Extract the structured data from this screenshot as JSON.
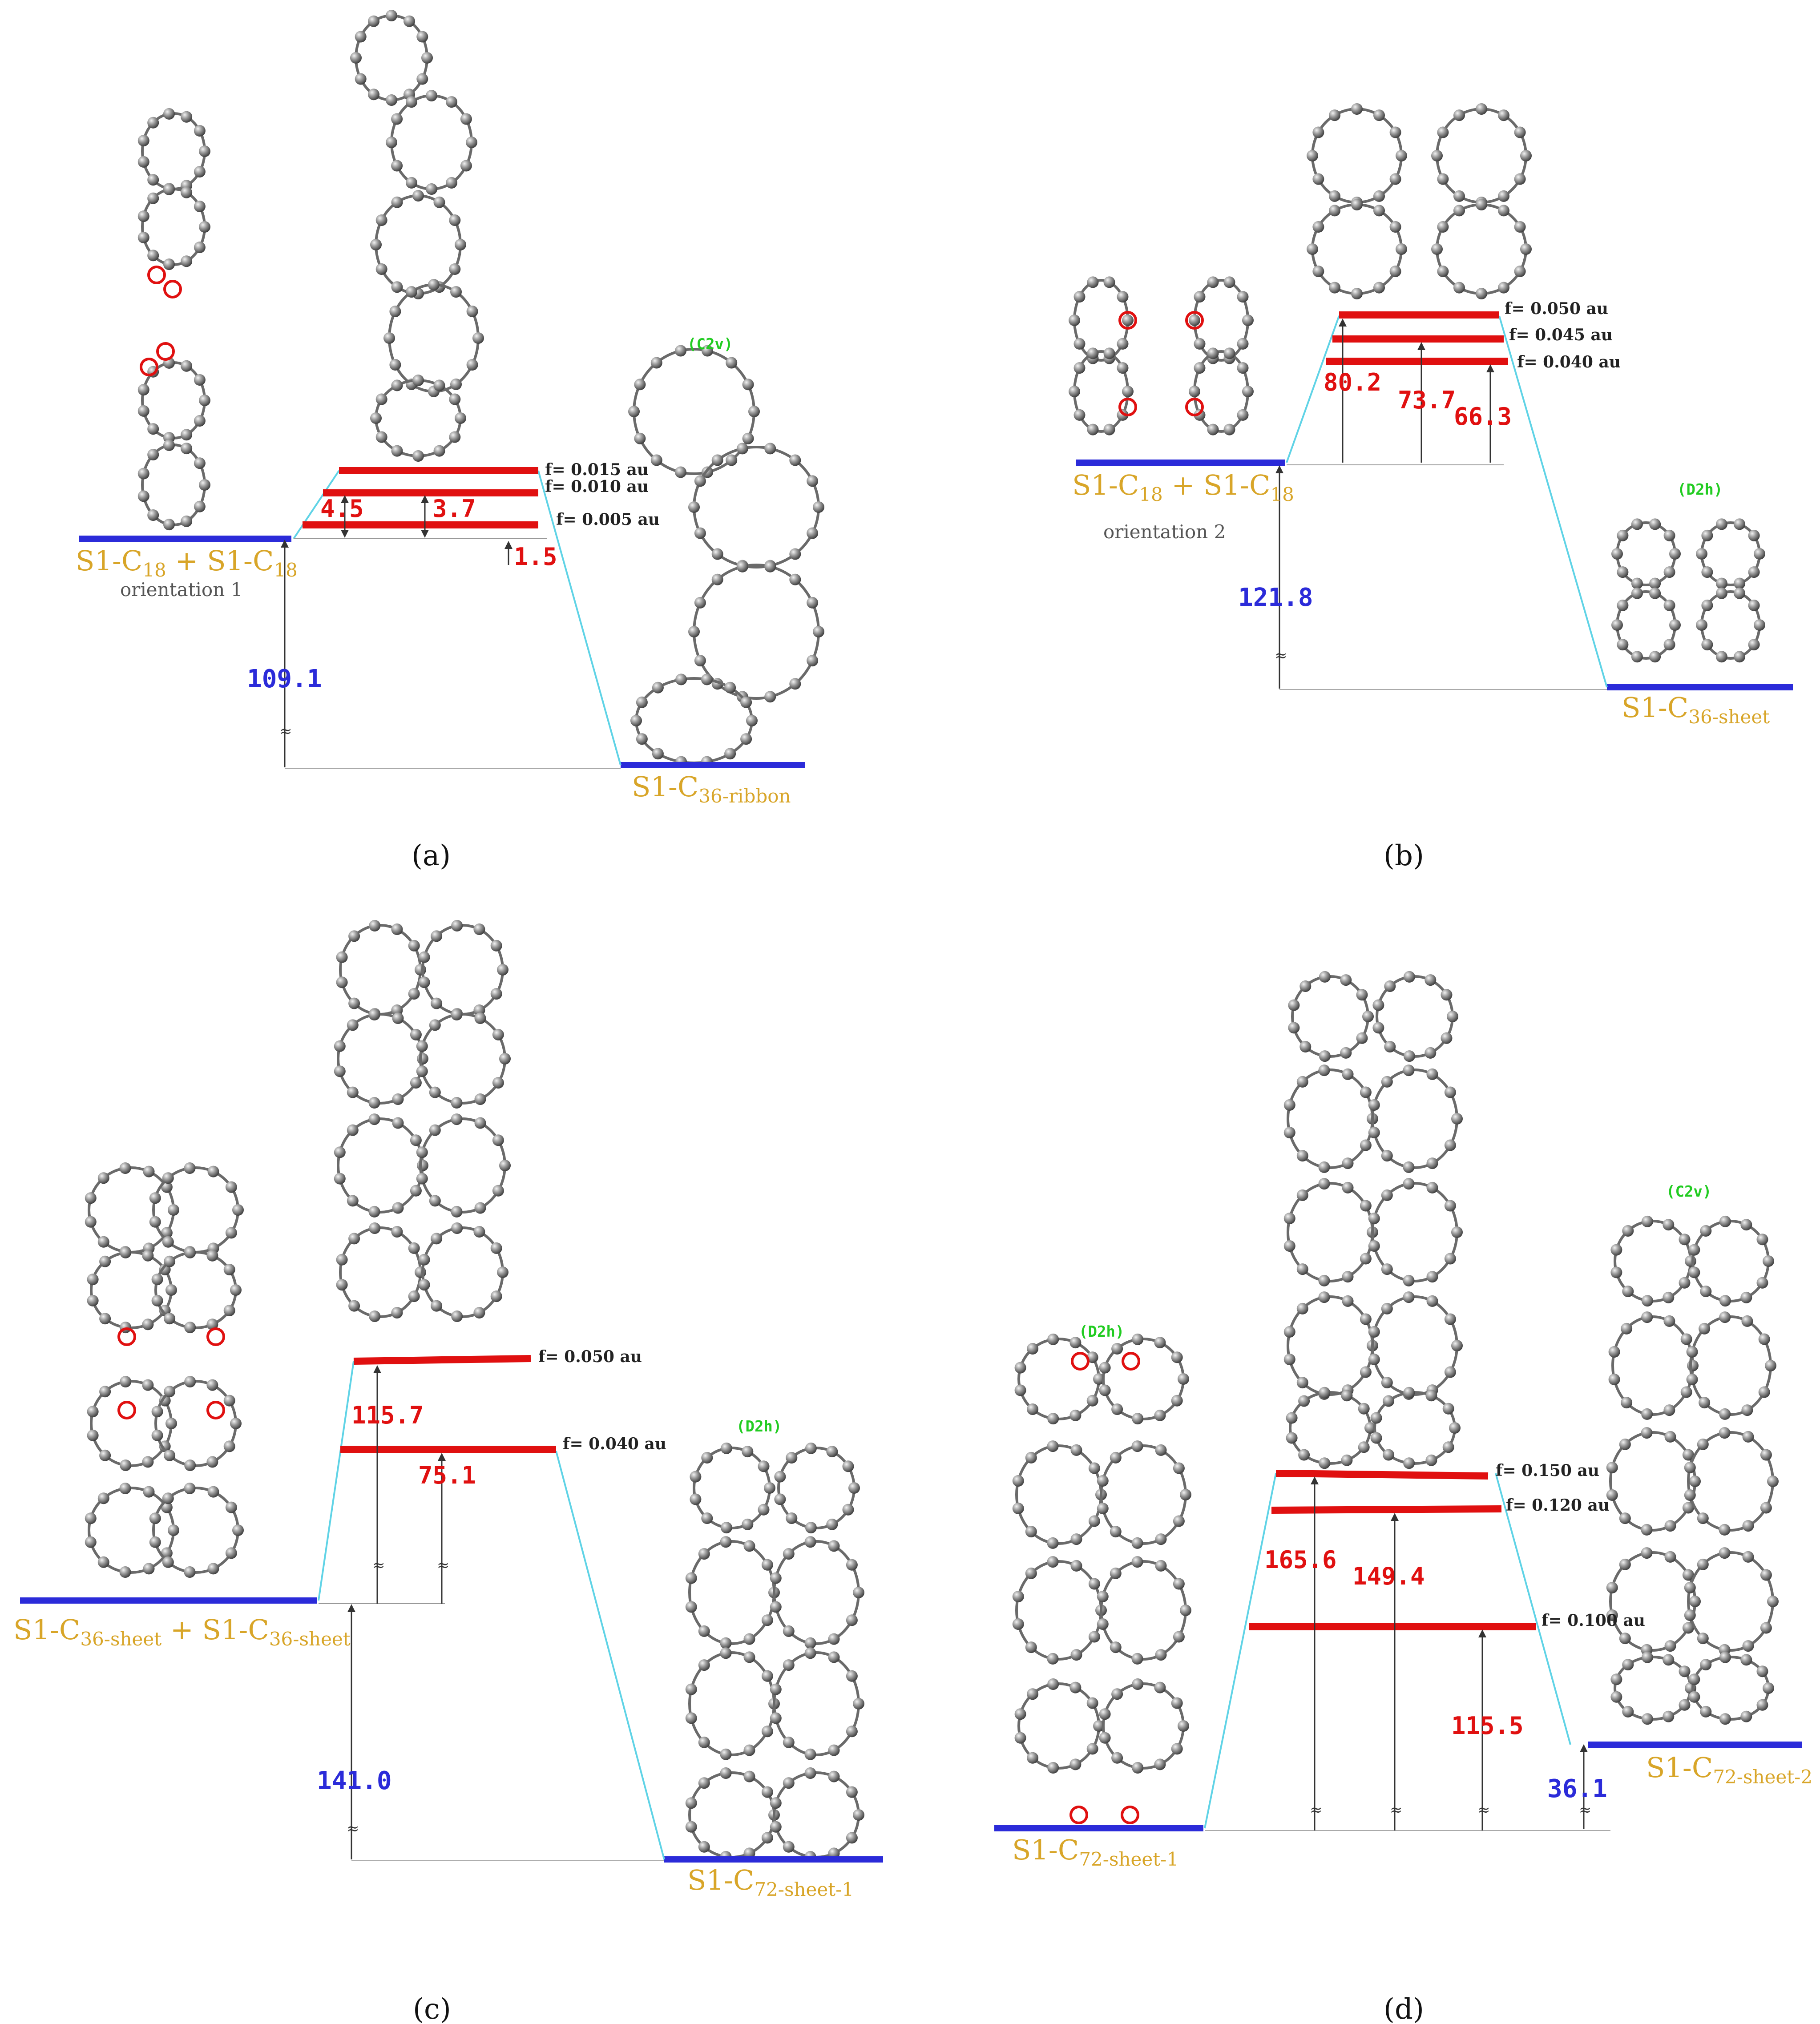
{
  "colors": {
    "reactant_level": "#2b2bd9",
    "excited_level": "#e01010",
    "connector": "#5fd3e6",
    "label_gold": "#d8a528",
    "value_red": "#e01010",
    "value_blue": "#2b2bd9",
    "symmetry_green": "#22cc22",
    "atom_gray": "#8a8a8a",
    "reactive_atom": "#e01010"
  },
  "panels": [
    {
      "id": "a",
      "caption": "(a)",
      "reactant_label": "S1-C18 + S1-C18",
      "reactant_sub": "orientation 1",
      "product_label": "S1-C36-ribbon",
      "product_symmetry": "(C2v)",
      "reaction_energy": "109.1",
      "excited_states": [
        {
          "f": "f= 0.015 au"
        },
        {
          "f": "f= 0.010 au"
        },
        {
          "f": "f= 0.005 au"
        }
      ],
      "barriers": [
        "4.5",
        "3.7",
        "1.5"
      ],
      "approx_symbol": "≈"
    },
    {
      "id": "b",
      "caption": "(b)",
      "reactant_label": "S1-C18 + S1-C18",
      "reactant_sub": "orientation 2",
      "product_label": "S1-C36-sheet",
      "product_symmetry": "(D2h)",
      "reaction_energy": "121.8",
      "excited_states": [
        {
          "f": "f= 0.050 au"
        },
        {
          "f": "f= 0.045 au"
        },
        {
          "f": "f= 0.040 au"
        }
      ],
      "barriers": [
        "80.2",
        "73.7",
        "66.3"
      ],
      "approx_symbol": "≈"
    },
    {
      "id": "c",
      "caption": "(c)",
      "reactant_label": "S1-C36-sheet + S1-C36-sheet",
      "reactant_sub": "",
      "product_label": "S1-C72-sheet-1",
      "product_symmetry": "(D2h)",
      "reaction_energy": "141.0",
      "excited_states": [
        {
          "f": "f= 0.050 au"
        },
        {
          "f": "f= 0.040 au"
        }
      ],
      "barriers": [
        "115.7",
        "75.1"
      ],
      "approx_symbol": "≈"
    },
    {
      "id": "d",
      "caption": "(d)",
      "reactant_label": "S1-C72-sheet-1",
      "reactant_symmetry": "(D2h)",
      "product_label": "S1-C72-sheet-2",
      "product_symmetry": "(C2v)",
      "reaction_energy": "36.1",
      "excited_states": [
        {
          "f": "f= 0.150 au"
        },
        {
          "f": "f= 0.120 au"
        },
        {
          "f": "f= 0.100 au"
        }
      ],
      "barriers": [
        "165.6",
        "149.4",
        "115.5"
      ],
      "approx_symbol": "≈"
    }
  ]
}
